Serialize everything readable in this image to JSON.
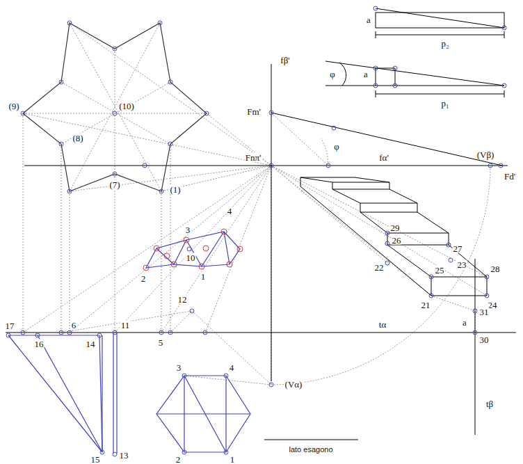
{
  "diagram": {
    "labels": [
      "(9)",
      "(10)",
      "(8)",
      "(7)",
      "(1)",
      "3",
      "4",
      "10",
      "2",
      "1",
      "12",
      "17",
      "6",
      "11",
      "16",
      "14",
      "5",
      "15",
      "13",
      "3",
      "4",
      "2",
      "1",
      "tα",
      "fβ'",
      "Fm'",
      "Fnπ'",
      "φ",
      "φ",
      "fα'",
      "(Vβ)",
      "Fd'",
      "a",
      "p₁",
      "a",
      "p₂",
      "29",
      "26",
      "27",
      "22",
      "23",
      "25",
      "28",
      "21",
      "24",
      "31",
      "a",
      "30",
      "tβ",
      "(Vα)",
      "lato esagono"
    ]
  }
}
